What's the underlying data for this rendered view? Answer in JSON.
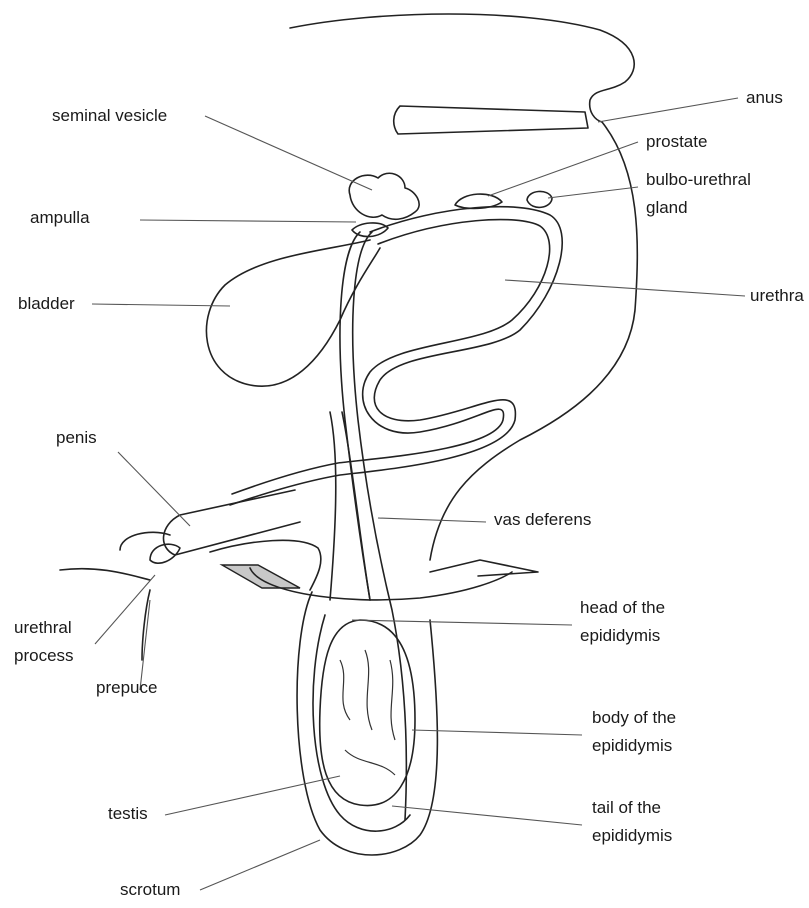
{
  "labels": {
    "anus": "anus",
    "seminal_vesicle": "seminal vesicle",
    "prostate": "prostate",
    "bulbo_urethral_1": "bulbo-urethral",
    "bulbo_urethral_2": "gland",
    "ampulla": "ampulla",
    "bladder": "bladder",
    "urethra": "urethra",
    "penis": "penis",
    "vas_deferens": "vas deferens",
    "urethral_process_1": "urethral",
    "urethral_process_2": "process",
    "prepuce": "prepuce",
    "head_epididymis_1": "head of the",
    "head_epididymis_2": "epididymis",
    "body_epididymis_1": "body of the",
    "body_epididymis_2": "epididymis",
    "testis": "testis",
    "tail_epididymis_1": "tail of the",
    "tail_epididymis_2": "epididymis",
    "scrotum": "scrotum"
  },
  "colors": {
    "line": "#222222",
    "arrow_fill": "#c8c8c8"
  }
}
